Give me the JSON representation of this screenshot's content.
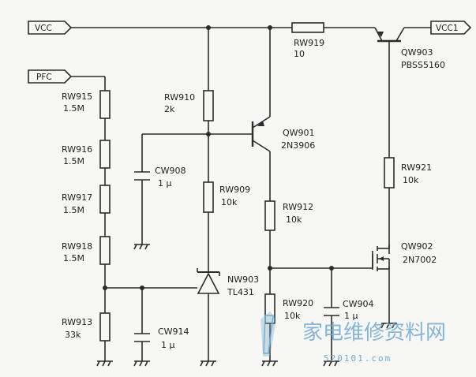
{
  "ports": {
    "vcc": "VCC",
    "vcc1": "VCC1",
    "pfc": "PFC"
  },
  "components": {
    "rw919": {
      "ref": "RW919",
      "value": "10"
    },
    "qw903": {
      "ref": "QW903",
      "value": "PBSS5160"
    },
    "rw910": {
      "ref": "RW910",
      "value": "2k"
    },
    "qw901": {
      "ref": "QW901",
      "value": "2N3906"
    },
    "cw908": {
      "ref": "CW908",
      "value": "1 µ"
    },
    "rw909": {
      "ref": "RW909",
      "value": "10k"
    },
    "rw912": {
      "ref": "RW912",
      "value": "10k"
    },
    "rw921": {
      "ref": "RW921",
      "value": "10k"
    },
    "qw902": {
      "ref": "QW902",
      "value": "2N7002"
    },
    "rw915": {
      "ref": "RW915",
      "value": "1.5M"
    },
    "rw916": {
      "ref": "RW916",
      "value": "1.5M"
    },
    "rw917": {
      "ref": "RW917",
      "value": "1.5M"
    },
    "rw918": {
      "ref": "RW918",
      "value": "1.5M"
    },
    "rw913": {
      "ref": "RW913",
      "value": "33k"
    },
    "cw914": {
      "ref": "CW914",
      "value": "1 µ"
    },
    "nw903": {
      "ref": "NW903",
      "value": "TL431"
    },
    "rw920": {
      "ref": "RW920",
      "value": "10k"
    },
    "cw904": {
      "ref": "CW904",
      "value": "1 µ"
    }
  },
  "watermark": {
    "text": "家电维修资料网",
    "url": "520101.com"
  },
  "colors": {
    "ink": "#2b2b2b",
    "paper": "#f7f7f5",
    "watermark": "#74a9cc"
  }
}
